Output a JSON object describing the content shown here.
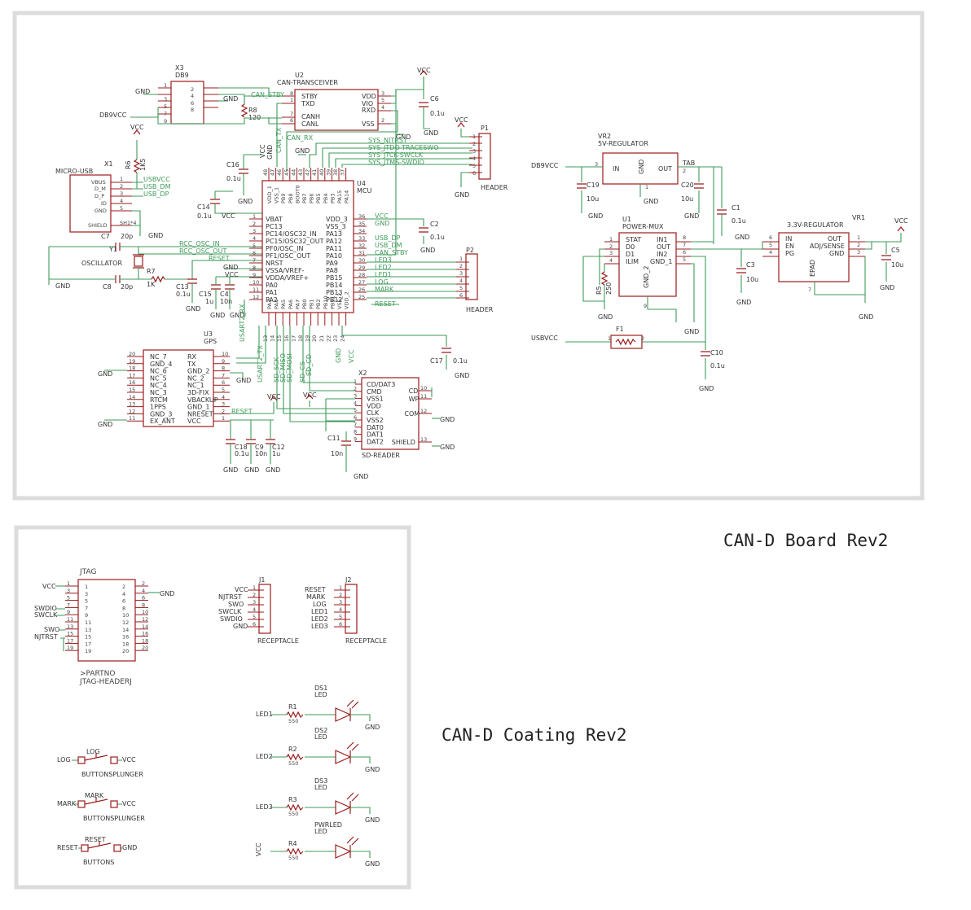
{
  "titles": {
    "board": "CAN-D Board Rev2",
    "coating": "CAN-D Coating Rev2"
  },
  "parts": {
    "x3": {
      "ref": "X3",
      "value": "DB9",
      "pins": [
        "1",
        "2",
        "3",
        "4",
        "5",
        "6",
        "7",
        "8",
        "9"
      ]
    },
    "u2": {
      "ref": "U2",
      "value": "CAN-TRANSCEIVER",
      "left": [
        "STBY",
        "TXD",
        "CANH",
        "CANL"
      ],
      "right": [
        "VDD",
        "VIO",
        "RXD",
        "VSS"
      ],
      "pins_left": [
        "8",
        "1",
        "7",
        "6"
      ],
      "pins_right": [
        "3",
        "5",
        "4",
        "2"
      ]
    },
    "r8": {
      "ref": "R8",
      "value": "120"
    },
    "c6": {
      "ref": "C6",
      "value": "0.1u"
    },
    "x1": {
      "ref": "X1",
      "value": "MICRO-USB",
      "pins": [
        "VBUS",
        "D_M",
        "D_P",
        "ID",
        "GND",
        "SHIELD"
      ],
      "nums": [
        "1",
        "2",
        "3",
        "4",
        "5",
        "SH1*4"
      ]
    },
    "r6": {
      "ref": "R6",
      "value": "1K5"
    },
    "c16": {
      "ref": "C16",
      "value": "0.1u"
    },
    "c14": {
      "ref": "C14",
      "value": "0.1u"
    },
    "c7": {
      "ref": "C7",
      "value": "20p"
    },
    "c8": {
      "ref": "C8",
      "value": "20p"
    },
    "y1": {
      "ref": "Y1",
      "value": "OSCILLATOR"
    },
    "r7": {
      "ref": "R7",
      "value": "1K"
    },
    "c13": {
      "ref": "C13",
      "value": "0.1u"
    },
    "c15": {
      "ref": "C15",
      "value": "1u"
    },
    "c4": {
      "ref": "C4",
      "value": "10n"
    },
    "u4": {
      "ref": "U4",
      "value": "MCU",
      "left": [
        "VBAT",
        "PC13",
        "PC14/OSC32_IN",
        "PC15/OSC32_OUT",
        "PF0/OSC_IN",
        "PF1/OSC_OUT",
        "NRST",
        "VSSA/VREF-",
        "VDDA/VREF+",
        "PA0",
        "PA1",
        "PA2"
      ],
      "left_nums": [
        "1",
        "2",
        "3",
        "4",
        "5",
        "6",
        "7",
        "8",
        "9",
        "10",
        "11",
        "12"
      ],
      "right": [
        "VDD_3",
        "VSS_3",
        "PA13",
        "PA12",
        "PA11",
        "PA10",
        "PA9",
        "PA8",
        "PB15",
        "PB14",
        "PB13",
        "PB12"
      ],
      "right_nums": [
        "36",
        "35",
        "34",
        "33",
        "32",
        "31",
        "30",
        "29",
        "28",
        "27",
        "26",
        "25"
      ],
      "top": [
        "VDD_1",
        "VSS_1",
        "PB9",
        "PB8",
        "BOOT0",
        "PB7",
        "PB6",
        "PB5",
        "PB4",
        "PB3",
        "PA15",
        "PA14"
      ],
      "top_nums": [
        "48",
        "47",
        "46",
        "45",
        "44",
        "43",
        "42",
        "41",
        "40",
        "39",
        "38",
        "37"
      ],
      "bottom": [
        "PA3",
        "PA4",
        "PA5",
        "PA6",
        "PA7",
        "PB0",
        "PB1",
        "PB2",
        "PB10",
        "PB11",
        "VSS_2",
        "VDD_2"
      ],
      "bottom_nums": [
        "13",
        "14",
        "15",
        "16",
        "17",
        "18",
        "19",
        "20",
        "21",
        "22",
        "23",
        "24"
      ]
    },
    "p1": {
      "ref": "P1",
      "value": "HEADER",
      "pins": [
        "1",
        "2",
        "3",
        "4",
        "5",
        "6"
      ]
    },
    "p2": {
      "ref": "P2",
      "value": "HEADER",
      "pins": [
        "1",
        "2",
        "3",
        "4",
        "5",
        "6"
      ]
    },
    "c2": {
      "ref": "C2",
      "value": "0.1u"
    },
    "c17": {
      "ref": "C17",
      "value": "0.1u"
    },
    "u3": {
      "ref": "U3",
      "value": "GPS",
      "left": [
        "NC_7",
        "GND_4",
        "NC_6",
        "NC_5",
        "NC_4",
        "NC_3",
        "RTCM",
        "1PPS",
        "GND_3",
        "EX_ANT"
      ],
      "left_nums": [
        "20",
        "19",
        "18",
        "17",
        "16",
        "15",
        "14",
        "13",
        "12",
        "11"
      ],
      "right": [
        "RX",
        "TX",
        "GND_2",
        "NC_2",
        "NC_1",
        "3D-FIX",
        "VBACKUP",
        "GND_1",
        "NRESET",
        "VCC"
      ],
      "right_nums": [
        "10",
        "9",
        "8",
        "7",
        "6",
        "5",
        "4",
        "3",
        "2",
        "1"
      ]
    },
    "c18": {
      "ref": "C18",
      "value": "0.1u"
    },
    "c9": {
      "ref": "C9",
      "value": "10n"
    },
    "c12": {
      "ref": "C12",
      "value": "1u"
    },
    "x2": {
      "ref": "X2",
      "value": "SD-READER",
      "left": [
        "CD/DAT3",
        "CMD",
        "VSS1",
        "VDD",
        "CLK",
        "VSS2",
        "DAT0",
        "DAT1",
        "DAT2"
      ],
      "left_nums": [
        "1",
        "2",
        "3",
        "4",
        "5",
        "6",
        "7",
        "8",
        "9"
      ],
      "right": [
        "CD",
        "WP",
        "COM",
        "SHIELD"
      ],
      "right_nums": [
        "10",
        "11",
        "12",
        "13"
      ]
    },
    "c11": {
      "ref": "C11",
      "value": "10n"
    },
    "vr2": {
      "ref": "VR2",
      "value": "5V-REGULATOR",
      "pins": [
        "IN",
        "GND",
        "OUT",
        "TAB"
      ],
      "nums": [
        "3",
        "1",
        "2"
      ]
    },
    "c19": {
      "ref": "C19",
      "value": "10u"
    },
    "c20": {
      "ref": "C20",
      "value": "10u"
    },
    "c1": {
      "ref": "C1",
      "value": "0.1u"
    },
    "u1": {
      "ref": "U1",
      "value": "POWER-MUX",
      "left": [
        "STAT",
        "D0",
        "D1",
        "ILIM"
      ],
      "left_nums": [
        "1",
        "2",
        "3",
        "4"
      ],
      "right": [
        "IN1",
        "OUT",
        "IN2",
        "GND_1"
      ],
      "right_nums": [
        "8",
        "7",
        "6",
        "5"
      ],
      "bottom": "GND_2",
      "bottom_num": "9"
    },
    "r5": {
      "ref": "R5",
      "value": "250"
    },
    "c3": {
      "ref": "C3",
      "value": "10u"
    },
    "vr1": {
      "ref": "VR1",
      "value": "3.3V-REGULATOR",
      "left": [
        "IN",
        "EN",
        "PG"
      ],
      "left_nums": [
        "6",
        "5",
        "4"
      ],
      "right": [
        "OUT",
        "ADJ/SENSE",
        "GND"
      ],
      "right_nums": [
        "1",
        "2",
        "3"
      ],
      "bottom": "EPAD",
      "bottom_num": "7"
    },
    "c5": {
      "ref": "C5",
      "value": "10u"
    },
    "f1": {
      "ref": "F1",
      "nums": [
        "1",
        "2"
      ]
    },
    "c10": {
      "ref": "C10",
      "value": "0.1u"
    },
    "jtag": {
      "ref": "JTAG",
      "value": "JTAG-HEADERJ",
      "partno": ">PARTNO",
      "left": [
        "1",
        "3",
        "5",
        "7",
        "9",
        "11",
        "13",
        "15",
        "17",
        "19"
      ],
      "right": [
        "2",
        "4",
        "6",
        "8",
        "10",
        "12",
        "14",
        "16",
        "18",
        "20"
      ]
    },
    "j1": {
      "ref": "J1",
      "value": "RECEPTACLE",
      "pins": [
        "1",
        "2",
        "3",
        "4",
        "5",
        "6"
      ]
    },
    "j2": {
      "ref": "J2",
      "value": "RECEPTACLE",
      "pins": [
        "1",
        "2",
        "3",
        "4",
        "5",
        "6"
      ]
    },
    "ds1": {
      "ref": "DS1",
      "value": "LED"
    },
    "ds2": {
      "ref": "DS2",
      "value": "LED"
    },
    "ds3": {
      "ref": "DS3",
      "value": "LED"
    },
    "pwrled": {
      "ref": "PWRLED",
      "value": "LED"
    },
    "r1": {
      "ref": "R1",
      "value": "550"
    },
    "r2": {
      "ref": "R2",
      "value": "550"
    },
    "r3": {
      "ref": "R3",
      "value": "550"
    },
    "r4": {
      "ref": "R4",
      "value": "550"
    },
    "btn_log": {
      "ref": "LOG",
      "value": "BUTTONSPLUNGER"
    },
    "btn_mark": {
      "ref": "MARK",
      "value": "BUTTONSPLUNGER"
    },
    "btn_reset": {
      "ref": "RESET",
      "value": "BUTTONS"
    }
  },
  "nets": {
    "gnd": "GND",
    "vcc": "VCC",
    "db9vcc": "DB9VCC",
    "usbvcc": "USBVCC",
    "can_stby": "CAN_STBY",
    "can_tx": "CAN_TX",
    "can_rx": "CAN_RX",
    "sys_njtrst": "SYS_NJTRST",
    "sys_jtdo": "SYS_JTDO-TRACESWO",
    "sys_jtck": "SYS_JTCK-SWCLK",
    "sys_jtms": "SYS_JTMS-SWDIO",
    "usb_dm": "USB_DM",
    "usb_dp": "USB_DP",
    "rcc_in": "RCC_OSC_IN",
    "rcc_out": "RCC_OSC_OUT",
    "reset": "RESET",
    "led1": "LED1",
    "led2": "LED2",
    "led3": "LED3",
    "log": "LOG",
    "mark": "MARK",
    "usart2_rx": "USART2_RX",
    "usart2_tx": "USART2_TX",
    "sd_sck": "SD_SCK",
    "sd_miso": "SD_MISO",
    "sd_mosi": "SD_MOSI",
    "sd_cs": "SD_CS",
    "sd_cd": "SD_CD",
    "njtrst": "NJTRST",
    "swo": "SWO",
    "swclk": "SWCLK",
    "swdio": "SWDIO"
  }
}
